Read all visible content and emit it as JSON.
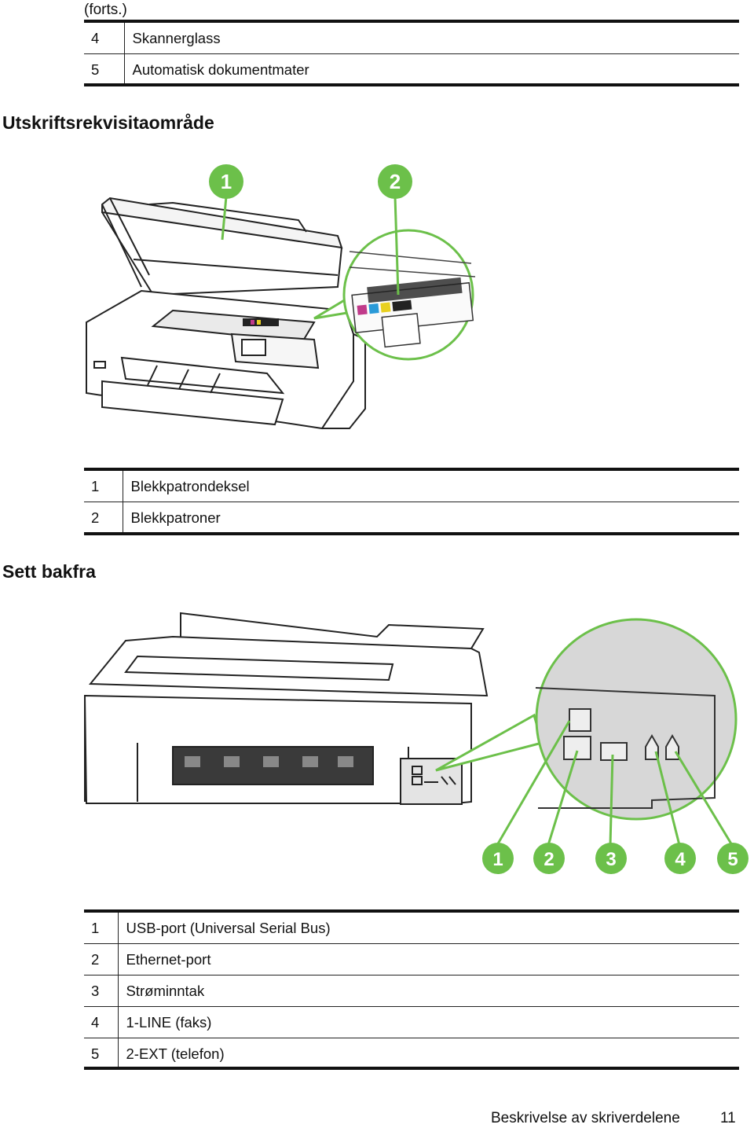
{
  "continued_label": "(forts.)",
  "table_top": {
    "rows": [
      {
        "num": "4",
        "text": "Skannerglass"
      },
      {
        "num": "5",
        "text": "Automatisk dokumentmater"
      }
    ]
  },
  "section_supplies": {
    "heading": "Utskriftsrekvisitaområde",
    "callouts": [
      "1",
      "2"
    ],
    "rows": [
      {
        "num": "1",
        "text": "Blekkpatrondeksel"
      },
      {
        "num": "2",
        "text": "Blekkpatroner"
      }
    ]
  },
  "section_back": {
    "heading": "Sett bakfra",
    "callouts": [
      "1",
      "2",
      "3",
      "4",
      "5"
    ],
    "rows": [
      {
        "num": "1",
        "text": "USB-port (Universal Serial Bus)"
      },
      {
        "num": "2",
        "text": "Ethernet-port"
      },
      {
        "num": "3",
        "text": "Strøminntak"
      },
      {
        "num": "4",
        "text": "1-LINE (faks)"
      },
      {
        "num": "5",
        "text": "2-EXT (telefon)"
      }
    ]
  },
  "footer": {
    "section_title": "Beskrivelse av skriverdelene",
    "page_number": "11"
  },
  "colors": {
    "callout_green": "#6cc04a",
    "rule": "#111111"
  }
}
